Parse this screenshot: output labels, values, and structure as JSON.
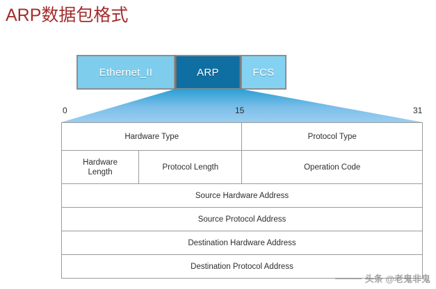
{
  "title": "ARP数据包格式",
  "accent_colors": {
    "title": "#a32c2c",
    "ethernet_block": "#7ecdec",
    "arp_block": "#0f6fa3",
    "fcs_block": "#84d2f2",
    "fan_top": "#2a9ed4",
    "fan_bottom": "#9bcdf0",
    "table_border": "#9a9a9a"
  },
  "frame_bar": {
    "blocks": [
      {
        "label": "Ethernet_II"
      },
      {
        "label": "ARP"
      },
      {
        "label": "FCS"
      }
    ]
  },
  "bit_ruler": {
    "ticks": [
      {
        "label": "0"
      },
      {
        "label": "15"
      },
      {
        "label": "31"
      }
    ]
  },
  "packet_table": {
    "rows": [
      {
        "cells": [
          {
            "label": "Hardware Type"
          },
          {
            "label": "Protocol Type"
          }
        ]
      },
      {
        "cells": [
          {
            "label": "Hardware\nLength"
          },
          {
            "label": "Protocol Length"
          },
          {
            "label": "Operation Code"
          }
        ]
      },
      {
        "cells": [
          {
            "label": "Source Hardware  Address"
          }
        ]
      },
      {
        "cells": [
          {
            "label": "Source Protocol Address"
          }
        ]
      },
      {
        "cells": [
          {
            "label": "Destination Hardware Address"
          }
        ]
      },
      {
        "cells": [
          {
            "label": "Destination Protocol Address"
          }
        ]
      }
    ]
  },
  "watermark": {
    "text": "头条 @老鬼非鬼"
  }
}
